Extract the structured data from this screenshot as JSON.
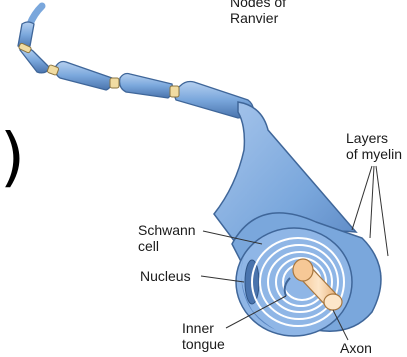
{
  "labels": {
    "nodes_of_ranvier": [
      "Nodes of",
      "Ranvier"
    ],
    "layers_of_myelin": [
      "Layers",
      "of myelin"
    ],
    "schwann_cell": [
      "Schwann",
      "cell"
    ],
    "nucleus": "Nucleus",
    "inner_tongue": [
      "Inner",
      "tongue"
    ],
    "axon": "Axon"
  },
  "edge_glyph": ")",
  "colors": {
    "myelin": "#7aa7dc",
    "myelin_dark": "#4a74ad",
    "myelin_light": "#b6d0f0",
    "node": "#f1dca2",
    "axon": "#f6c896",
    "axon_light": "#fde6c9",
    "leader": "#333333"
  }
}
